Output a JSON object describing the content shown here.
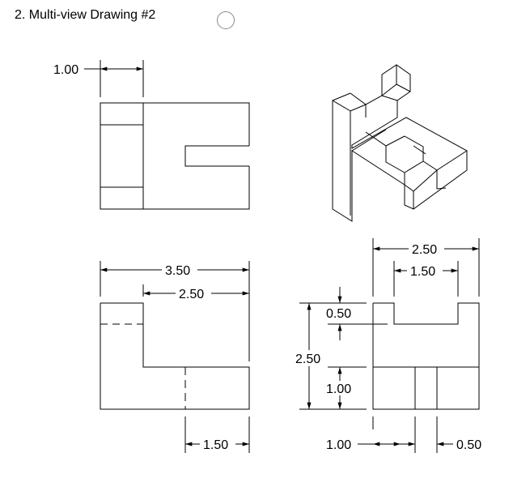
{
  "question": {
    "title": "2. Multi-view Drawing #2"
  },
  "dimensions": {
    "top_view_width": "1.00",
    "front_overall_width": "3.50",
    "front_step_width": "2.50",
    "front_right_portion": "1.50",
    "side_overall_width": "2.50",
    "side_slot_width": "1.50",
    "side_slot_depth": "0.50",
    "side_height": "2.50",
    "side_lower_height": "1.00",
    "side_left_width": "1.00",
    "side_right_width": "0.50"
  }
}
